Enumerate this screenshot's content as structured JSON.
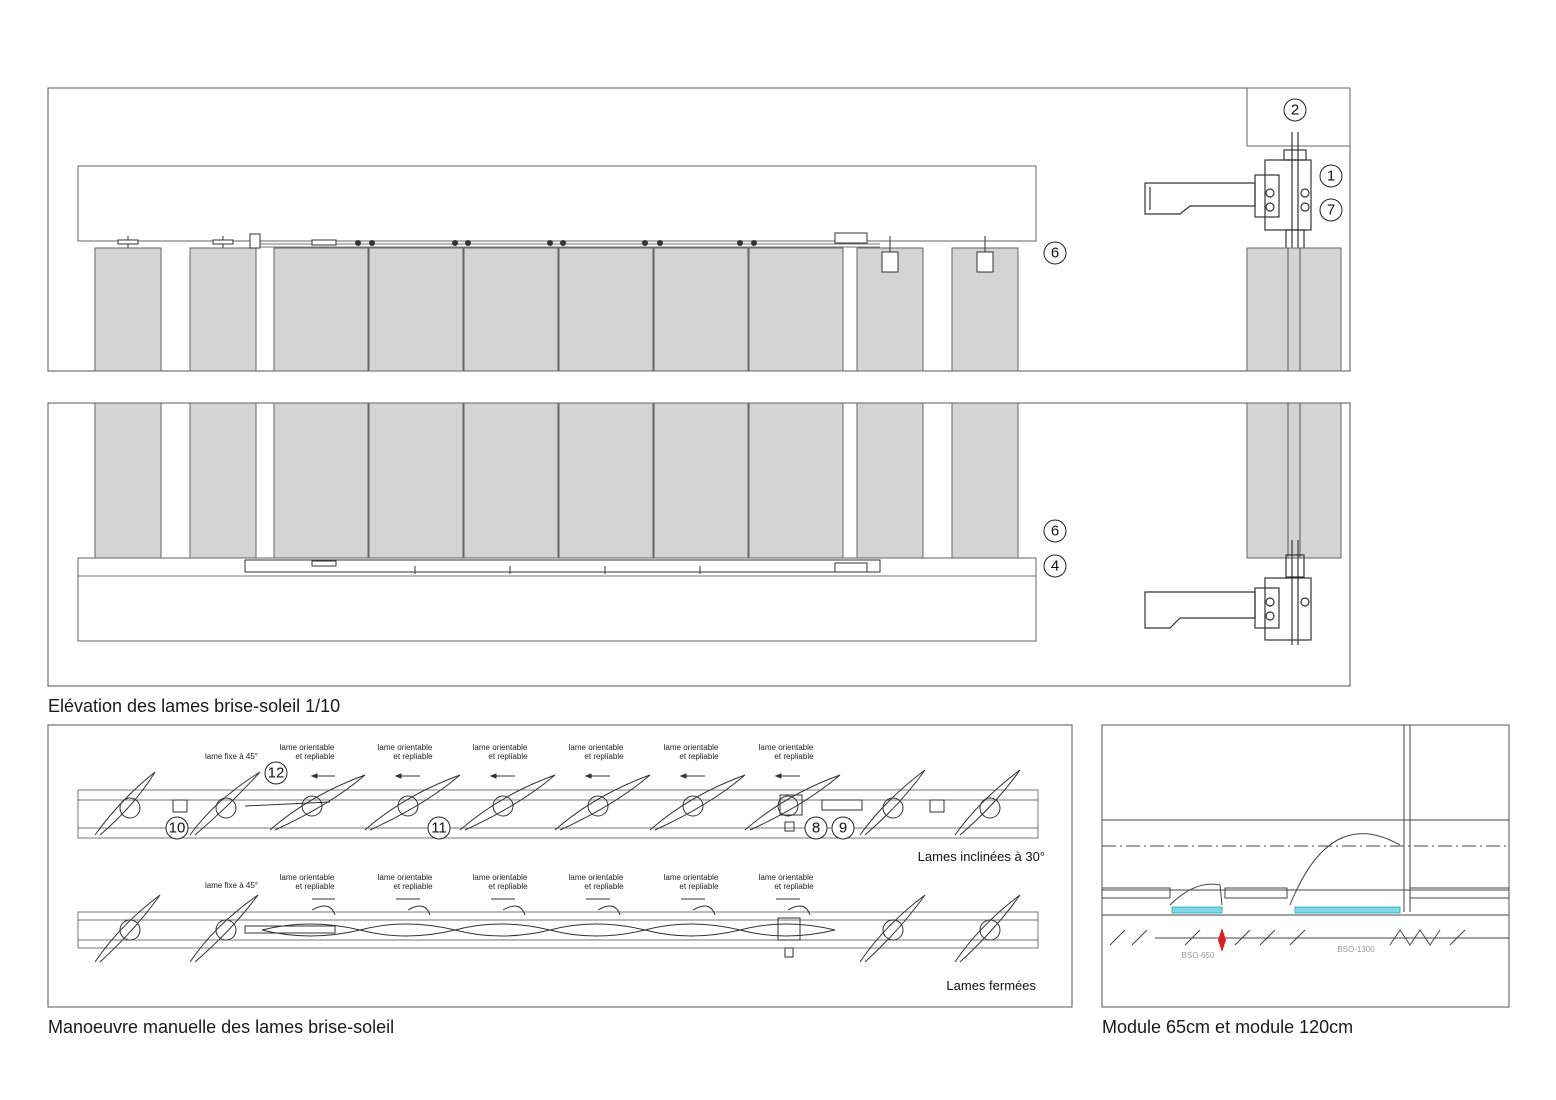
{
  "captions": {
    "elevation": "Elévation des lames brise-soleil 1/10",
    "manoeuvre": "Manoeuvre manuelle des lames brise-soleil",
    "module": "Module 65cm et module 120cm"
  },
  "callouts": {
    "top_elevation": [
      "2",
      "1",
      "7",
      "6"
    ],
    "bottom_elevation": [
      "6",
      "4"
    ],
    "plan_top": [
      "12",
      "10",
      "11",
      "8",
      "9"
    ]
  },
  "plan_labels": {
    "fixed_blade": "lame fixe à 45°",
    "orientable_line1": "lame orientable",
    "orientable_line2": "et repliable",
    "inclined": "Lames inclinées à 30°",
    "closed": "Lames fermées"
  },
  "module_labels": {
    "left": "BSO-650",
    "right": "BSO-1300"
  },
  "colors": {
    "blade_fill": "#d4d4d4",
    "glass": "#7fd8e8",
    "marker": "#e02020"
  }
}
